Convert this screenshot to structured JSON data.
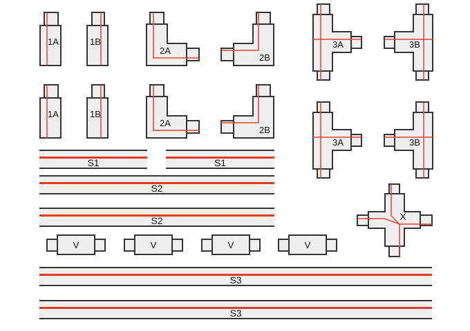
{
  "palette": {
    "background": "#ffffff",
    "outline": "#333333",
    "piece_fill": "#efefef",
    "trace_red": "#e8402a",
    "strip_red": "#e23a1e",
    "label_color": "#111111"
  },
  "labels": {
    "connector_1a": "1A",
    "connector_1b": "1B",
    "corner_2a": "2A",
    "corner_2b": "2B",
    "tee_3a": "3A",
    "tee_3b": "3B",
    "strip_s1": "S1",
    "strip_s2": "S2",
    "strip_s3": "S3",
    "joiner_v": "V",
    "cross_x": "X"
  },
  "inventory": [
    {
      "label": "1A",
      "count": 2
    },
    {
      "label": "1B",
      "count": 2
    },
    {
      "label": "2A",
      "count": 2
    },
    {
      "label": "2B",
      "count": 2
    },
    {
      "label": "3A",
      "count": 2
    },
    {
      "label": "3B",
      "count": 2
    },
    {
      "label": "S1",
      "count": 2
    },
    {
      "label": "S2",
      "count": 2
    },
    {
      "label": "S3",
      "count": 2
    },
    {
      "label": "V",
      "count": 4
    },
    {
      "label": "X",
      "count": 1
    }
  ]
}
